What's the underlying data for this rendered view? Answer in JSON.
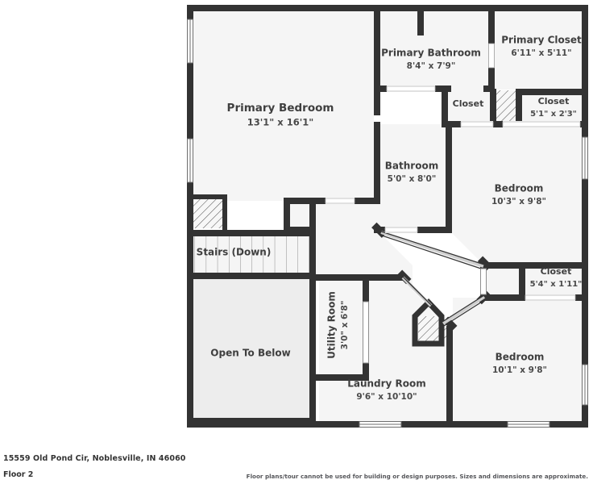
{
  "footer": {
    "address": "15559 Old Pond Cir, Noblesville, IN 46060",
    "floor_label": "Floor 2",
    "disclaimer": "Floor plans/tour cannot be used for building or design purposes. Sizes and dimensions are approximate."
  },
  "colors": {
    "wall": "#333333",
    "room_fill": "#f5f5f5",
    "open_below_fill": "#ededed",
    "text": "#3f3f3f",
    "background": "#ffffff",
    "window": "#ffffff"
  },
  "rooms": [
    {
      "id": "primary-bedroom",
      "name": "Primary Bedroom",
      "dimensions": "13'1\" x 16'1\""
    },
    {
      "id": "primary-bathroom",
      "name": "Primary Bathroom",
      "dimensions": "8'4\" x 7'9\""
    },
    {
      "id": "primary-closet",
      "name": "Primary Closet",
      "dimensions": "6'11\" x 5'11\""
    },
    {
      "id": "closet-center",
      "name": "Closet",
      "dimensions": ""
    },
    {
      "id": "closet-upper-right",
      "name": "Closet",
      "dimensions": "5'1\" x 2'3\""
    },
    {
      "id": "bathroom",
      "name": "Bathroom",
      "dimensions": "5'0\" x 8'0\""
    },
    {
      "id": "bedroom-right",
      "name": "Bedroom",
      "dimensions": "10'3\" x 9'8\""
    },
    {
      "id": "closet-mid-right",
      "name": "Closet",
      "dimensions": "5'4\" x 1'11\""
    },
    {
      "id": "bedroom-lower",
      "name": "Bedroom",
      "dimensions": "10'1\" x 9'8\""
    },
    {
      "id": "stairs",
      "name": "Stairs (Down)",
      "dimensions": ""
    },
    {
      "id": "open-to-below",
      "name": "Open To Below",
      "dimensions": ""
    },
    {
      "id": "utility-room",
      "name": "Utility Room",
      "dimensions": "3'0\" x 6'8\""
    },
    {
      "id": "laundry-room",
      "name": "Laundry Room",
      "dimensions": "9'6\" x 10'10\""
    }
  ]
}
